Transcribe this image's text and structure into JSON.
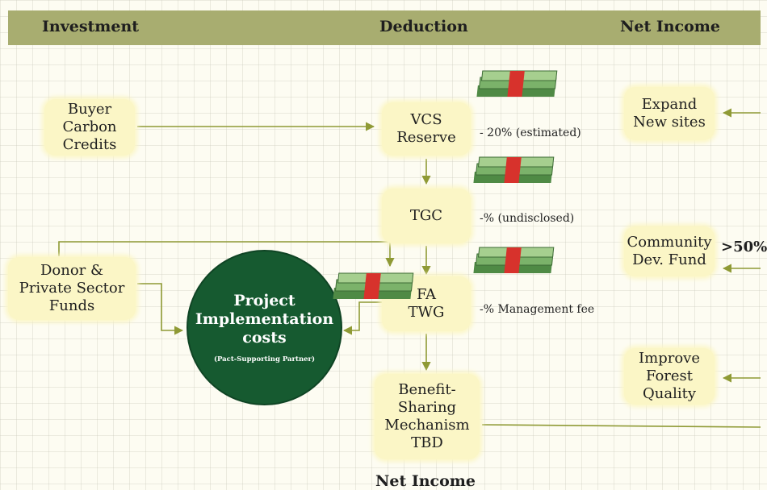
{
  "header": {
    "investment": "Investment",
    "deduction": "Deduction",
    "net_income": "Net Income"
  },
  "nodes": {
    "buyer": "Buyer\nCarbon\nCredits",
    "vcs": "VCS\nReserve",
    "tgc": "TGC",
    "fa_twg": "FA\nTWG",
    "bsm": "Benefit-\nSharing\nMechanism\nTBD",
    "donor": "Donor &\nPrivate Sector\nFunds",
    "expand": "Expand\nNew sites",
    "community": "Community\nDev. Fund",
    "improve": "Improve\nForest\nQuality"
  },
  "deductions": {
    "vcs": "- 20% (estimated)",
    "tgc": "-% (undisclosed)",
    "fa": "-% Management fee"
  },
  "project": {
    "title": "Project\nImplementation\ncosts",
    "subtitle": "(Pact-Supporting Partner)"
  },
  "share_label": ">50%",
  "footer": "Net Income",
  "colors": {
    "header_bar": "#a8ad70",
    "node_fill": "#fbf6c6",
    "arrow": "#8f9a35",
    "circle": "#165a30",
    "money": "#6aa35a",
    "band": "#d7322c"
  }
}
